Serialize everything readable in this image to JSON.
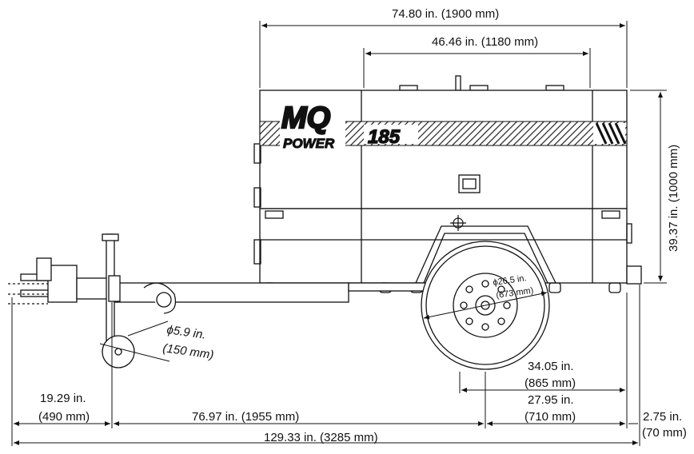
{
  "logo": {
    "brand": "MQ",
    "subbrand": "POWER",
    "model": "185"
  },
  "dimensions": {
    "overall_width": "74.80 in. (1900 mm)",
    "inner_width": "46.46 in. (1180 mm)",
    "height": "39.37 in. (1000 mm)",
    "tire_diameter_in": "ϕ26.5 in.",
    "tire_diameter_mm": "(673 mm)",
    "jack_wheel_in": "ϕ5.9 in.",
    "jack_wheel_mm": "(150 mm)",
    "axle_to_rear_in": "34.05 in.",
    "axle_to_rear_mm": "(865 mm)",
    "axle_to_bumper_in": "27.95 in.",
    "axle_to_bumper_mm": "(710 mm)",
    "hitch_offset_in": "19.29 in.",
    "hitch_offset_mm": "(490 mm)",
    "hitch_to_axle": "76.97 in. (1955 mm)",
    "bumper_overhang_in": "2.75 in.",
    "bumper_overhang_mm": "(70 mm)",
    "overall_length": "129.33 in. (3285 mm)"
  }
}
